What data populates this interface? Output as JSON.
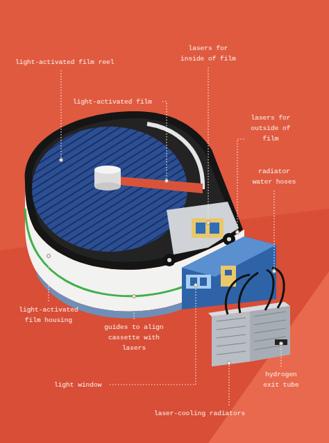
{
  "diagram": {
    "labels": [
      "light-activated film reel",
      "lasers for inside of film",
      "light-activated film",
      "lasers for outside of film",
      "radiator water hoses",
      "light-activated film housing",
      "guides to align cassette with lasers",
      "light window",
      "hydrogen exit tube",
      "laser-cooling radiators"
    ]
  }
}
